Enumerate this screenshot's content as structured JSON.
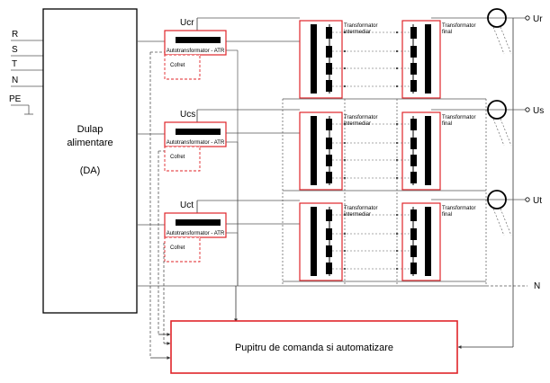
{
  "inputs": [
    "R",
    "S",
    "T",
    "N",
    "PE"
  ],
  "cabinet": {
    "line1": "Dulap",
    "line2": "alimentare",
    "abbr": "(DA)"
  },
  "phases": [
    {
      "voltage": "Ucr",
      "atr_label": "Autotransformator - ATR",
      "cofret": "Cofret",
      "intermediate_line1": "Transformator",
      "intermediate_line2": "intermediar",
      "final_line1": "Transformator",
      "final_line2": "final",
      "output": "Ur"
    },
    {
      "voltage": "Ucs",
      "atr_label": "Autotransformator - ATR",
      "cofret": "Cofret",
      "intermediate_line1": "Transformator",
      "intermediate_line2": "intermediar",
      "final_line1": "Transformator",
      "final_line2": "final",
      "output": "Us"
    },
    {
      "voltage": "Uct",
      "atr_label": "Autotransformator - ATR",
      "cofret": "Cofret",
      "intermediate_line1": "Transformator",
      "intermediate_line2": "intermediar",
      "final_line1": "Transformator",
      "final_line2": "final",
      "output": "Ut"
    }
  ],
  "neutral_output": "N",
  "control_panel": "Pupitru de comanda si automatizare",
  "colors": {
    "line": "#3a3a3a",
    "red": "#e0242a",
    "core": "#000000"
  }
}
